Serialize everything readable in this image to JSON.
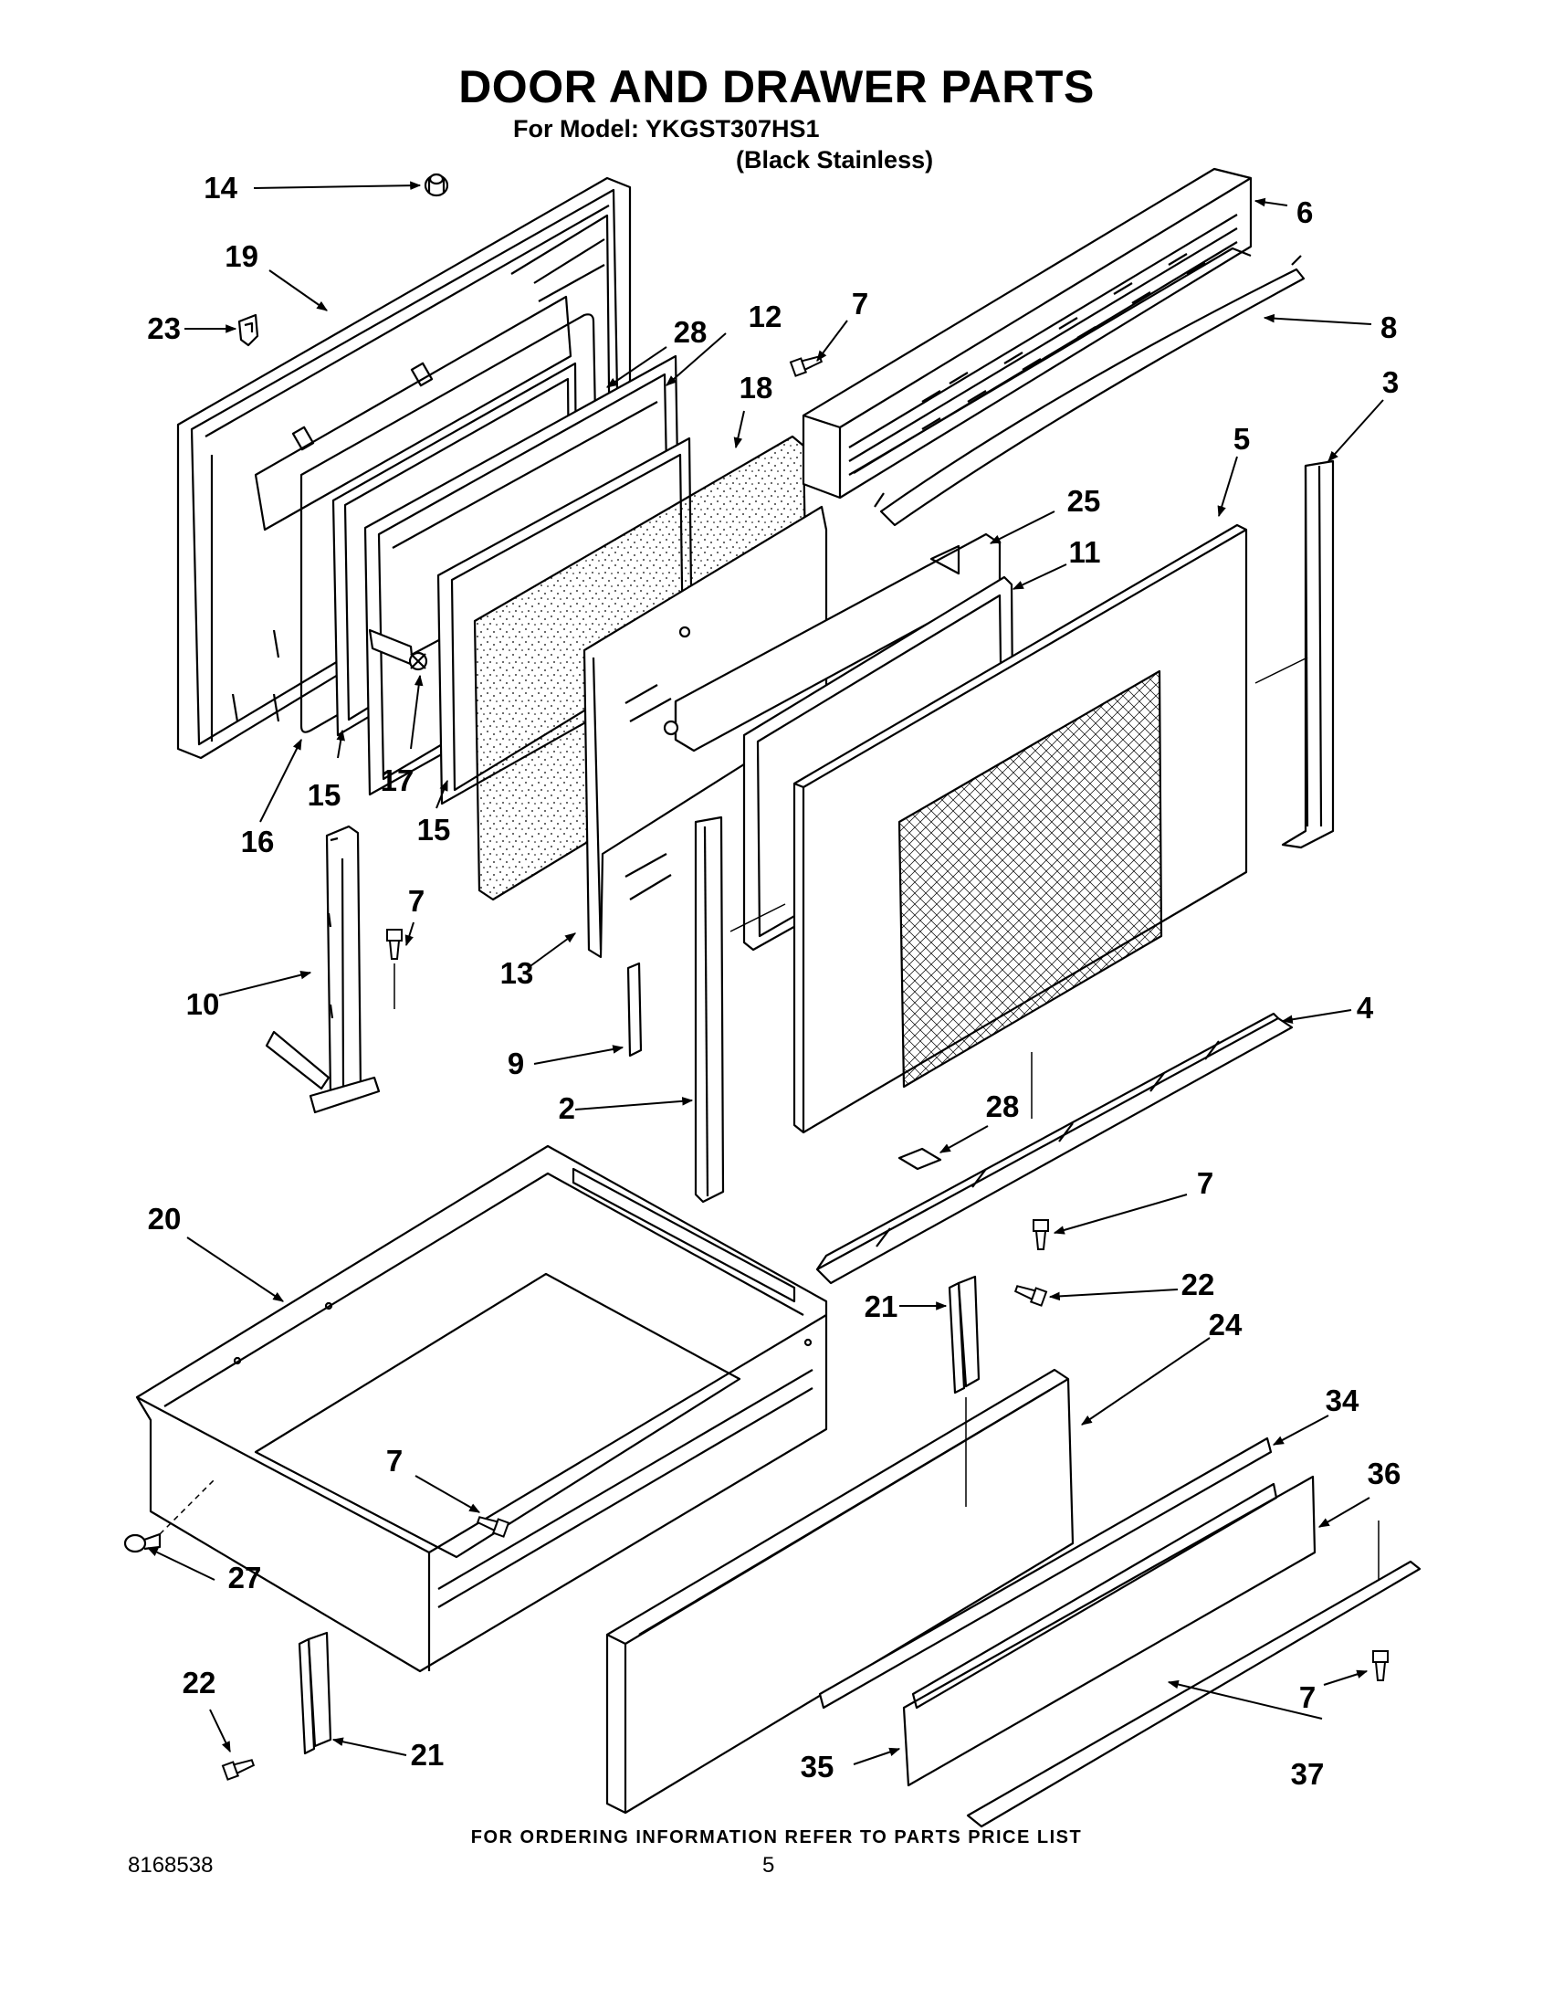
{
  "header": {
    "title": "DOOR AND DRAWER PARTS",
    "model_line": "For Model: YKGST307HS1",
    "finish_line": "(Black Stainless)"
  },
  "diagram": {
    "callouts": [
      "14",
      "19",
      "23",
      "28",
      "12",
      "7",
      "18",
      "6",
      "8",
      "3",
      "5",
      "25",
      "11",
      "17",
      "15",
      "15",
      "16",
      "10",
      "7",
      "13",
      "9",
      "2",
      "4",
      "28",
      "7",
      "20",
      "21",
      "22",
      "24",
      "34",
      "36",
      "7",
      "27",
      "22",
      "21",
      "35",
      "7",
      "37"
    ]
  },
  "footer": {
    "ordering_note": "FOR ORDERING INFORMATION REFER TO PARTS PRICE LIST",
    "document_number": "8168538",
    "page_number": "5"
  }
}
